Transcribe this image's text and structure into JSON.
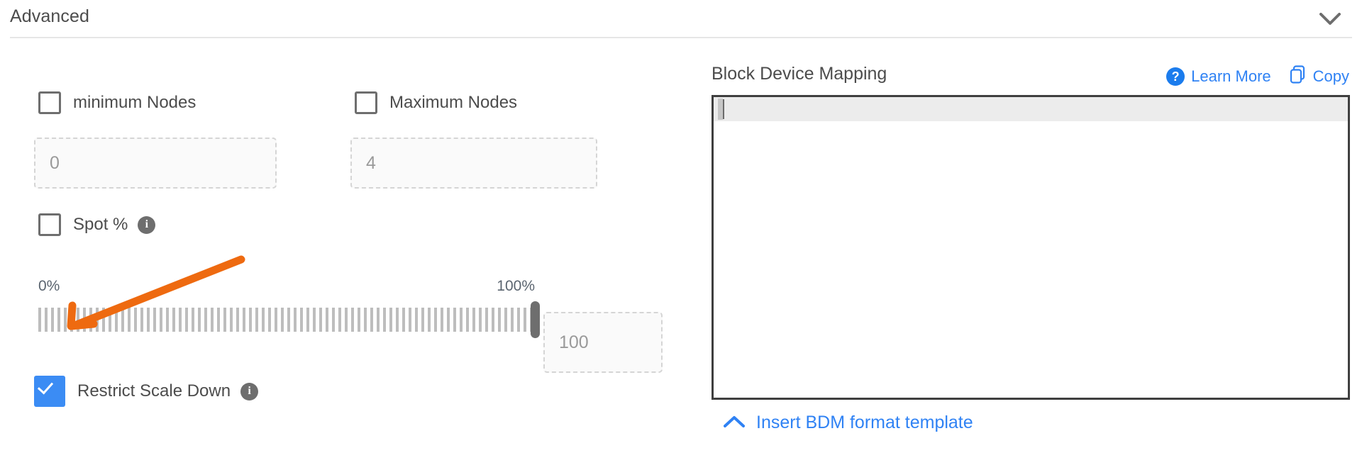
{
  "section": {
    "title": "Advanced",
    "collapse_icon": "chevron-down-icon"
  },
  "left": {
    "min_nodes": {
      "label": "minimum Nodes",
      "checked": false,
      "value": "",
      "placeholder": "0"
    },
    "max_nodes": {
      "label": "Maximum Nodes",
      "checked": false,
      "value": "",
      "placeholder": "4"
    },
    "spot": {
      "label": "Spot %",
      "checked": false,
      "info_icon": "info-icon"
    },
    "slider": {
      "min_label": "0%",
      "max_label": "100%",
      "value": 100,
      "min": 0,
      "max": 100,
      "value_field_placeholder": "100",
      "value_field_value": ""
    },
    "restrict_scale_down": {
      "label": "Restrict Scale Down",
      "checked": true,
      "info_icon": "info-icon"
    }
  },
  "right": {
    "title": "Block Device Mapping",
    "learn_more": {
      "label": "Learn More",
      "icon": "question-circle-icon"
    },
    "copy": {
      "label": "Copy",
      "icon": "copy-icon"
    },
    "editor": {
      "content": ""
    },
    "insert_template": {
      "label": "Insert BDM format template",
      "icon": "chevron-up-icon"
    }
  },
  "annotation": {
    "type": "arrow",
    "color": "#ee6a10",
    "points_to": "restrict-scale-down-checkbox"
  },
  "colors": {
    "checkbox_checked": "#3b8cf4",
    "link": "#2f82f4",
    "annotation": "#ee6a10",
    "editor_border": "#3f3f3f"
  }
}
